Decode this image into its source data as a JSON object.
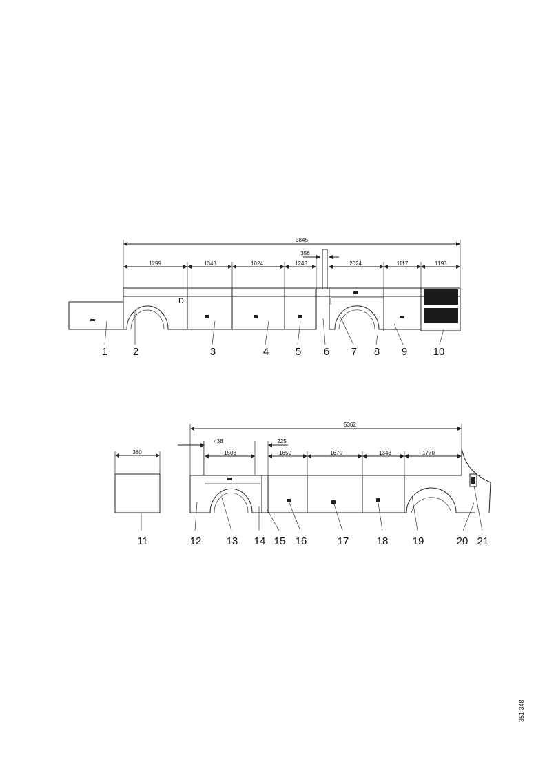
{
  "upper_diagram": {
    "dimensions": {
      "overall": "3845",
      "gap": "356",
      "d1": "1299",
      "d2": "1343",
      "d3": "1024",
      "d4": "1243",
      "d5": "2024",
      "d6": "1117",
      "d7": "1193"
    },
    "callouts": [
      "1",
      "2",
      "3",
      "4",
      "5",
      "6",
      "7",
      "8",
      "9",
      "10"
    ]
  },
  "lower_diagram": {
    "dimensions": {
      "overall": "5362",
      "loose_panel": "380",
      "d_left": "438",
      "d_gap": "225",
      "d1": "1503",
      "d2": "1650",
      "d3": "1670",
      "d4": "1343",
      "d5": "1770"
    },
    "callouts": [
      "11",
      "12",
      "13",
      "14",
      "15",
      "16",
      "17",
      "18",
      "19",
      "20",
      "21"
    ]
  },
  "document_id": "351 348"
}
